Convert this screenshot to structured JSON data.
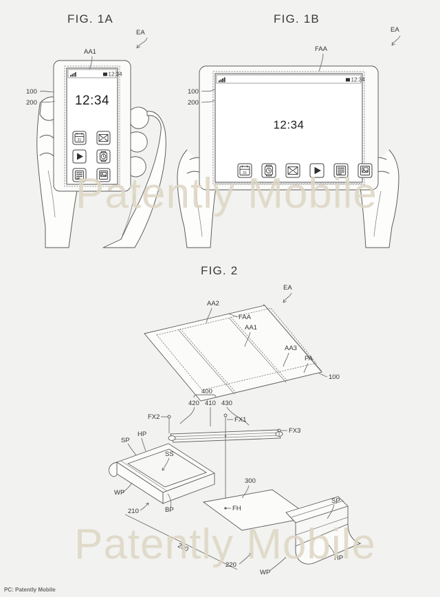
{
  "document": {
    "type": "patent-figure-sheet",
    "footer_credit": "PC: Patently Mobile",
    "watermark_text": "Patently Mobile",
    "background_color": "#f2f2f0",
    "highlight_color": "#f7f2ad",
    "line_color": "#6f6f6f"
  },
  "figures": [
    {
      "id": "fig-1a",
      "title": "FIG. 1A",
      "caption_arrow_label": "EA",
      "device_state": "folded / phone mode",
      "screen": {
        "clock": "12:34",
        "status_bar": {
          "signal_icon": "signal-bars-icon",
          "battery_icon": "battery-icon",
          "time": "12:34"
        },
        "app_icons": [
          {
            "name": "calendar-icon",
            "label": "31"
          },
          {
            "name": "mail-icon",
            "label": ""
          },
          {
            "name": "play-icon",
            "label": ""
          },
          {
            "name": "watch-icon",
            "label": ""
          },
          {
            "name": "document-icon",
            "label": ""
          },
          {
            "name": "photo-icon",
            "label": ""
          }
        ],
        "icon_grid": "2 columns x 3 rows"
      },
      "reference_labels": [
        {
          "text": "AA1",
          "meaning": "first active area"
        },
        {
          "text": "100",
          "meaning": "display panel"
        },
        {
          "text": "200",
          "meaning": "housing"
        },
        {
          "text": "EA",
          "meaning": "edge area arrow"
        }
      ]
    },
    {
      "id": "fig-1b",
      "title": "FIG. 1B",
      "caption_arrow_label": "EA",
      "device_state": "unfolded / tablet mode",
      "screen": {
        "clock": "12:34",
        "status_bar": {
          "signal_icon": "signal-bars-icon",
          "battery_icon": "battery-icon",
          "time": "12:34"
        },
        "app_icons": [
          {
            "name": "calendar-icon",
            "label": "31"
          },
          {
            "name": "watch-icon",
            "label": ""
          },
          {
            "name": "mail-icon",
            "label": ""
          },
          {
            "name": "play-icon",
            "label": ""
          },
          {
            "name": "document-icon",
            "label": ""
          },
          {
            "name": "photo-icon",
            "label": ""
          }
        ],
        "icon_grid": "6 columns x 1 row"
      },
      "reference_labels": [
        {
          "text": "FAA",
          "meaning": "full active area"
        },
        {
          "text": "100",
          "meaning": "display panel"
        },
        {
          "text": "200",
          "meaning": "housing"
        },
        {
          "text": "EA",
          "meaning": "edge area arrow"
        }
      ]
    },
    {
      "id": "fig-2",
      "title": "FIG. 2",
      "caption_arrow_label": "EA",
      "device_state": "exploded isometric view",
      "reference_labels": [
        {
          "text": "EA"
        },
        {
          "text": "AA2"
        },
        {
          "text": "FAA"
        },
        {
          "text": "AA1"
        },
        {
          "text": "AA3"
        },
        {
          "text": "PA"
        },
        {
          "text": "100"
        },
        {
          "text": "400"
        },
        {
          "text": "420"
        },
        {
          "text": "410"
        },
        {
          "text": "430"
        },
        {
          "text": "FX2"
        },
        {
          "text": "FX1"
        },
        {
          "text": "FX3"
        },
        {
          "text": "SP"
        },
        {
          "text": "HP"
        },
        {
          "text": "SS"
        },
        {
          "text": "WP"
        },
        {
          "text": "BP"
        },
        {
          "text": "210"
        },
        {
          "text": "200"
        },
        {
          "text": "220"
        },
        {
          "text": "300"
        },
        {
          "text": "FH"
        }
      ],
      "component_groups": {
        "hinge_assembly": {
          "group": "400",
          "members": [
            "420",
            "410",
            "430"
          ]
        },
        "fold_axes": [
          "FX2",
          "FX1",
          "FX3"
        ],
        "housings": [
          "210",
          "220"
        ],
        "support_plate": "300"
      }
    }
  ]
}
